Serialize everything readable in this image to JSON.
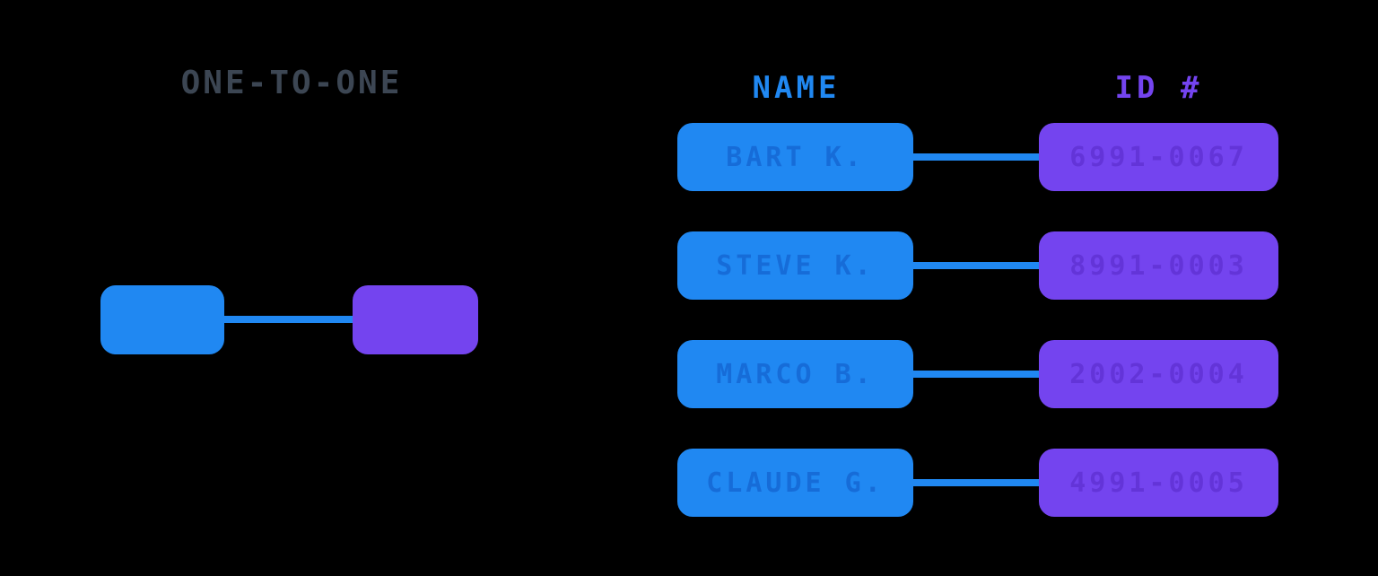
{
  "title": "ONE-TO-ONE",
  "columns": {
    "name_header": "NAME",
    "id_header": "ID #"
  },
  "rows": [
    {
      "name": "BART K.",
      "id": "6991-0067"
    },
    {
      "name": "STEVE K.",
      "id": "8991-0003"
    },
    {
      "name": "MARCO B.",
      "id": "2002-0004"
    },
    {
      "name": "CLAUDE G.",
      "id": "4991-0005"
    }
  ],
  "colors": {
    "background": "#000000",
    "blue": "#2088F2",
    "purple": "#7444EF",
    "name_text": "#166CD8",
    "id_text": "#6334D8",
    "title_text": "#3C4653"
  }
}
